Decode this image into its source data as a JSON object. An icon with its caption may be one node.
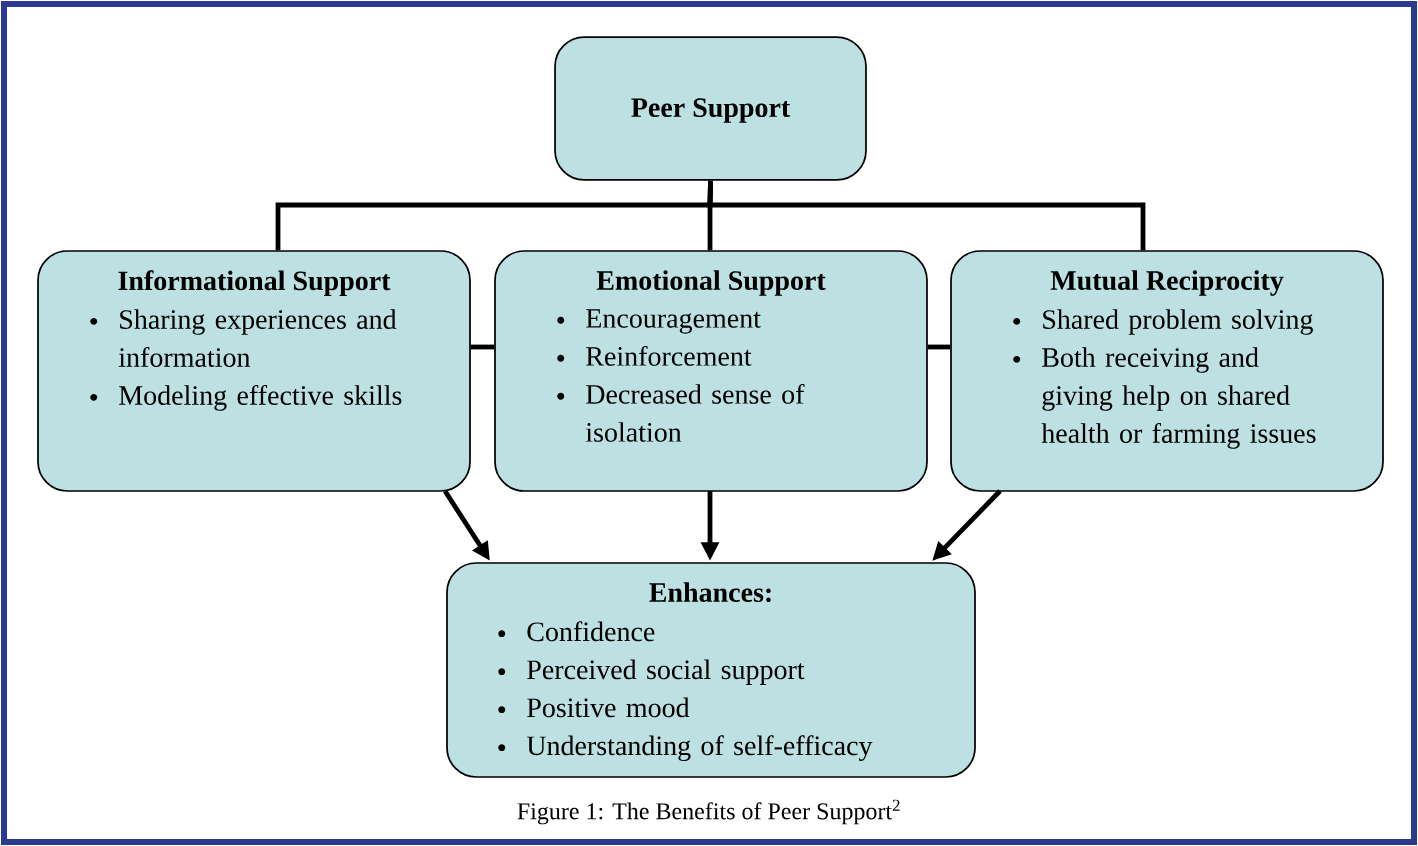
{
  "diagram": {
    "caption": "Figure 1: The Benefits of Peer Support$^{2}$",
    "nodes": [
      {
        "text": [
          "Peer Support"
        ]
      },
      {
        "text": [
          "Informational Support",
          "Sharing experiences and information",
          "Modeling effective skills"
        ]
      },
      {
        "text": [
          "Emotional Support",
          "Encouragement",
          "Reinforcement",
          "Decreased sense of isolation"
        ]
      },
      {
        "text": [
          "Mutual Reciprocity",
          "Shared problem solving",
          "Both receiving and giving help on shared health or farming issues"
        ]
      },
      {
        "text": [
          "Enhances:",
          "Confidence",
          "Perceived social support",
          "Positive mood",
          "Understanding of self-efficacy"
        ]
      }
    ],
    "edges": [
      {
        "from": 0,
        "to": 1,
        "arrow": "none"
      },
      {
        "from": 0,
        "to": 2,
        "arrow": "none"
      },
      {
        "from": 0,
        "to": 3,
        "arrow": "none"
      },
      {
        "from": 1,
        "to": 2,
        "arrow": "none"
      },
      {
        "from": 2,
        "to": 3,
        "arrow": "none"
      },
      {
        "from": 1,
        "to": 4,
        "arrow": "to"
      },
      {
        "from": 2,
        "to": 4,
        "arrow": "to"
      },
      {
        "from": 3,
        "to": 4,
        "arrow": "to"
      }
    ]
  }
}
